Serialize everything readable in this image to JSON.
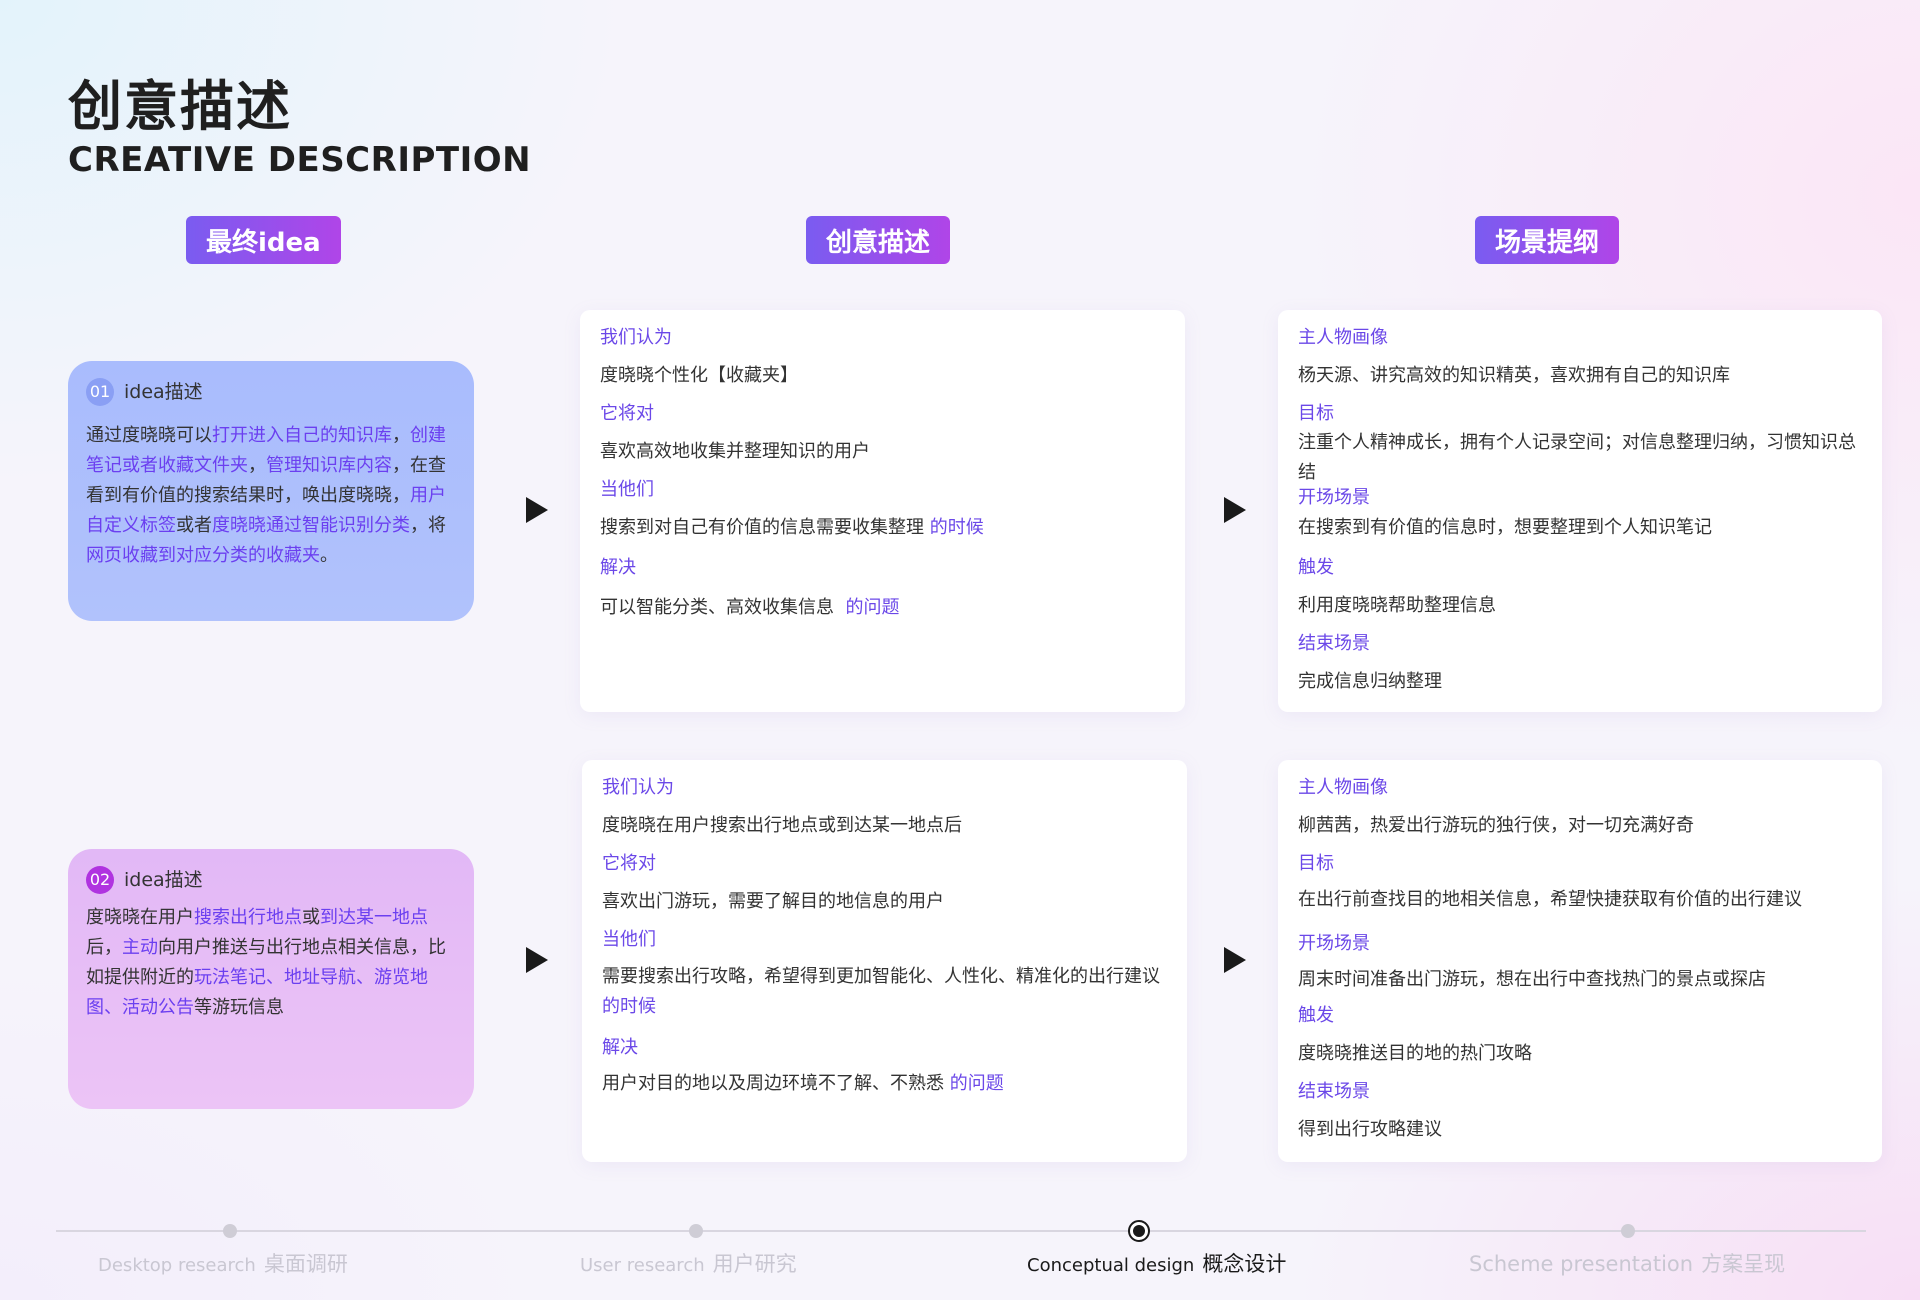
{
  "header": {
    "title_cn": "创意描述",
    "title_en": "CREATIVE DESCRIPTION"
  },
  "columns": {
    "final_idea": "最终idea",
    "creative": "创意描述",
    "scene": "场景提纲"
  },
  "ideas": [
    {
      "num": "01",
      "head": "idea描述",
      "segments": [
        {
          "t": "通过度晓晓可以",
          "h": false
        },
        {
          "t": "打开进入自己的知识库",
          "h": true
        },
        {
          "t": "，",
          "h": false
        },
        {
          "t": "创建笔记或者收藏文件夹",
          "h": true
        },
        {
          "t": "，",
          "h": false
        },
        {
          "t": "管理知识库内容",
          "h": true
        },
        {
          "t": "，在查看到有价值的搜索结果时，唤出度晓晓，",
          "h": false
        },
        {
          "t": "用户自定义标签",
          "h": true
        },
        {
          "t": "或者",
          "h": false
        },
        {
          "t": "度晓晓通过智能识别分类",
          "h": true
        },
        {
          "t": "，将",
          "h": false
        },
        {
          "t": "网页收藏到对应分类的收藏夹",
          "h": true
        },
        {
          "t": "。",
          "h": false
        }
      ]
    },
    {
      "num": "02",
      "head": "idea描述",
      "segments": [
        {
          "t": "度晓晓在用户",
          "h": false
        },
        {
          "t": "搜索出行地点",
          "h": true
        },
        {
          "t": "或",
          "h": false
        },
        {
          "t": "到达某一地点",
          "h": true
        },
        {
          "t": "后，",
          "h": false
        },
        {
          "t": "主动",
          "h": true
        },
        {
          "t": "向用户推送与出行地点相关信息，比如提供附近的",
          "h": false
        },
        {
          "t": "玩法笔记、地址导航、游览地图、活动公告",
          "h": true
        },
        {
          "t": "等游玩信息",
          "h": false
        }
      ]
    }
  ],
  "creative_cards": [
    {
      "we_think_label": "我们认为",
      "we_think": "度晓晓个性化【收藏夹】",
      "target_label": "它将对",
      "target": "喜欢高效地收集并整理知识的用户",
      "when_label": "当他们",
      "when": "搜索到对自己有价值的信息需要收集整理",
      "when_suffix": "的时候",
      "solve_label": "解决",
      "solve": "可以智能分类、高效收集信息",
      "solve_suffix": "的问题"
    },
    {
      "we_think_label": "我们认为",
      "we_think": "度晓晓在用户搜索出行地点或到达某一地点后",
      "target_label": "它将对",
      "target": "喜欢出门游玩，需要了解目的地信息的用户",
      "when_label": "当他们",
      "when": "需要搜索出行攻略，希望得到更加智能化、人性化、精准化的出行建议",
      "when_suffix": "的时候",
      "solve_label": "解决",
      "solve": "用户对目的地以及周边环境不了解、不熟悉",
      "solve_suffix": "的问题"
    }
  ],
  "scene_cards": [
    {
      "persona_label": "主人物画像",
      "persona": "杨天源、讲究高效的知识精英，喜欢拥有自己的知识库",
      "goal_label": "目标",
      "goal": "注重个人精神成长，拥有个人记录空间；对信息整理归纳，习惯知识总结",
      "open_label": "开场场景",
      "open": "在搜索到有价值的信息时，想要整理到个人知识笔记",
      "trigger_label": "触发",
      "trigger": "利用度晓晓帮助整理信息",
      "end_label": "结束场景",
      "end": "完成信息归纳整理"
    },
    {
      "persona_label": "主人物画像",
      "persona": "柳茜茜，热爱出行游玩的独行侠，对一切充满好奇",
      "goal_label": "目标",
      "goal": "在出行前查找目的地相关信息，希望快捷获取有价值的出行建议",
      "open_label": "开场场景",
      "open": "周末时间准备出门游玩，想在出行中查找热门的景点或探店",
      "trigger_label": "触发",
      "trigger": "度晓晓推送目的地的热门攻略",
      "end_label": "结束场景",
      "end": "得到出行攻略建议"
    }
  ],
  "timeline": [
    {
      "en": "Desktop research",
      "cn": "桌面调研",
      "active": false
    },
    {
      "en": "User research",
      "cn": "用户研究",
      "active": false
    },
    {
      "en": "Conceptual design",
      "cn": "概念设计",
      "active": true
    },
    {
      "en": "Scheme presentation",
      "cn": "方案呈现",
      "active": false
    }
  ],
  "colors": {
    "accent": "#6b48e8",
    "badge_start": "#7a5cf0",
    "badge_end": "#b045e8",
    "card1": "#a9bcfd",
    "card2": "#e2b8f6"
  },
  "icons": {
    "flow_arrow": "play-triangle-icon"
  }
}
